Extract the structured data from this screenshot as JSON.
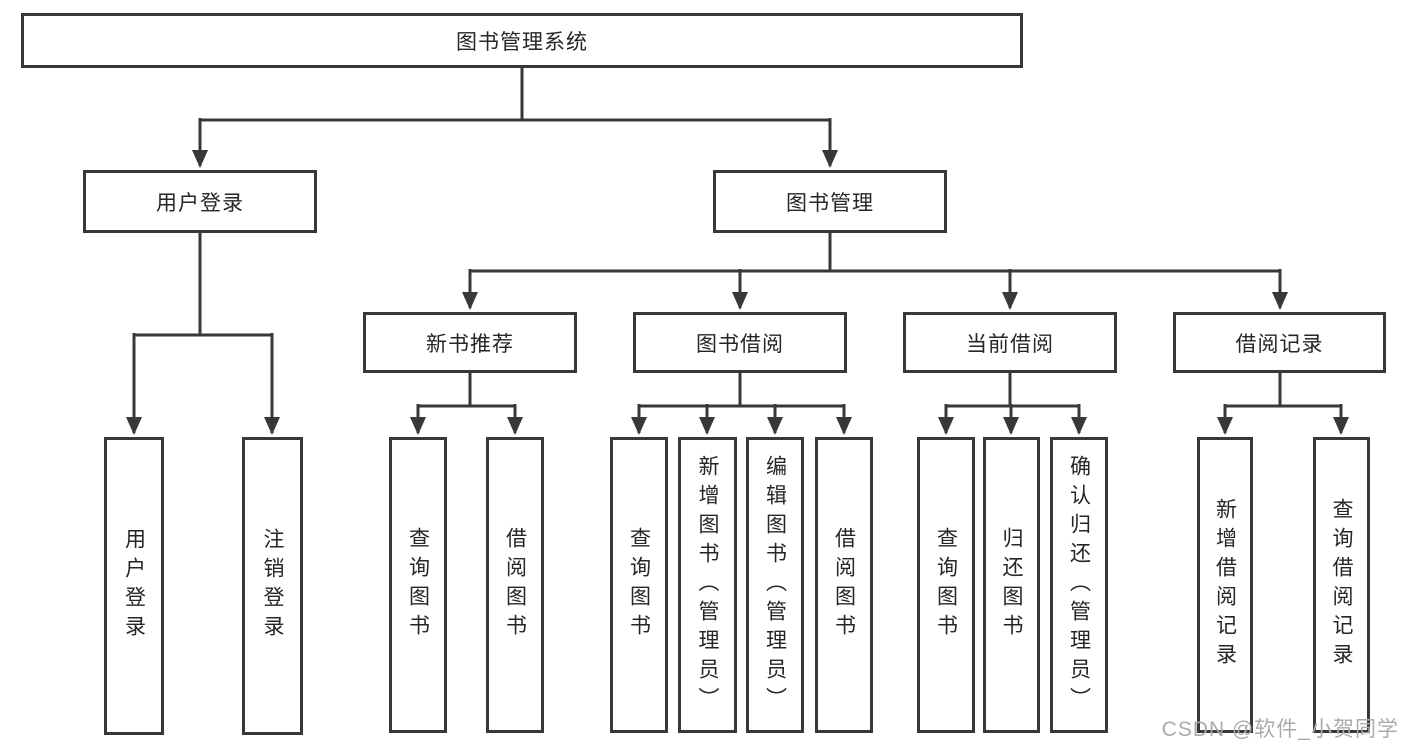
{
  "diagram_title": "图书管理系统",
  "tree": {
    "label": "图书管理系统",
    "children": [
      {
        "label": "用户登录",
        "children": [
          {
            "label": "用户登录"
          },
          {
            "label": "注销登录"
          }
        ]
      },
      {
        "label": "图书管理",
        "children": [
          {
            "label": "新书推荐",
            "children": [
              {
                "label": "查询图书"
              },
              {
                "label": "借阅图书"
              }
            ]
          },
          {
            "label": "图书借阅",
            "children": [
              {
                "label": "查询图书"
              },
              {
                "label": "新增图书（管理员）"
              },
              {
                "label": "编辑图书（管理员）"
              },
              {
                "label": "借阅图书"
              }
            ]
          },
          {
            "label": "当前借阅",
            "children": [
              {
                "label": "查询图书"
              },
              {
                "label": "归还图书"
              },
              {
                "label": "确认归还（管理员）"
              }
            ]
          },
          {
            "label": "借阅记录",
            "children": [
              {
                "label": "新增借阅记录"
              },
              {
                "label": "查询借阅记录"
              }
            ]
          }
        ]
      }
    ]
  },
  "watermark": "CSDN @软件_小贺同学",
  "colors": {
    "line": "#383838",
    "text": "#262626",
    "watermark": "#ababab",
    "background": "#ffffff"
  }
}
